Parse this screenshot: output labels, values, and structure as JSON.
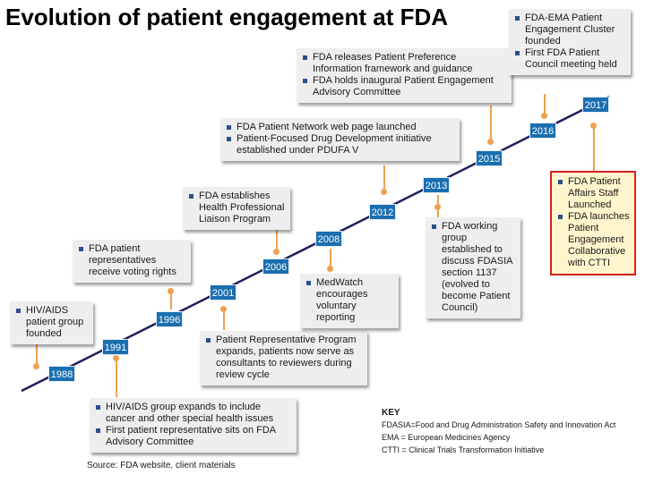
{
  "title": "Evolution of patient engagement at FDA",
  "years": [
    "1988",
    "1991",
    "1996",
    "2001",
    "2006",
    "2008",
    "2012",
    "2013",
    "2015",
    "2016",
    "2017"
  ],
  "events": [
    {
      "items": [
        "HIV/AIDS patient group founded"
      ]
    },
    {
      "items": [
        "HIV/AIDS group expands to include cancer and other special health issues",
        "First patient representative sits on FDA Advisory Committee"
      ]
    },
    {
      "items": [
        "FDA patient representatives receive voting rights"
      ]
    },
    {
      "items": [
        "Patient Representative Program expands, patients now serve as consultants to reviewers during review cycle"
      ]
    },
    {
      "items": [
        "FDA establishes Health Professional Liaison Program"
      ]
    },
    {
      "items": [
        "MedWatch encourages voluntary reporting"
      ]
    },
    {
      "items": [
        "FDA Patient Network web page launched",
        "Patient-Focused Drug Development initiative established under PDUFA V"
      ]
    },
    {
      "items": [
        "FDA working group established to discuss FDASIA section 1137 (evolved to become Patient Council)"
      ]
    },
    {
      "items": [
        "FDA releases Patient Preference Information framework and guidance",
        "FDA holds inaugural Patient Engagement Advisory Committee"
      ]
    },
    {
      "items": [
        "FDA-EMA Patient Engagement Cluster founded",
        "First FDA Patient Council meeting held"
      ]
    },
    {
      "items": [
        "FDA Patient Affairs Staff Launched",
        "FDA launches Patient Engagement Collaborative with CTTI"
      ]
    }
  ],
  "key": {
    "title": "KEY",
    "lines": [
      "FDASIA=Food and Drug Administration Safety and Innovation Act",
      "EMA = European Medicines Agency",
      "CTTI = Clinical Trials Transformation Initiative"
    ]
  },
  "source": "Source: FDA website, client materials",
  "colors": {
    "timeline": "#1f1f5c",
    "year_badge": "#1a6fb0",
    "connector": "#f0a050",
    "bullet": "#2c4f8c",
    "box": "#eeeeee",
    "highlight_border": "#d41f1f",
    "highlight_fill": "#fff5cc"
  }
}
